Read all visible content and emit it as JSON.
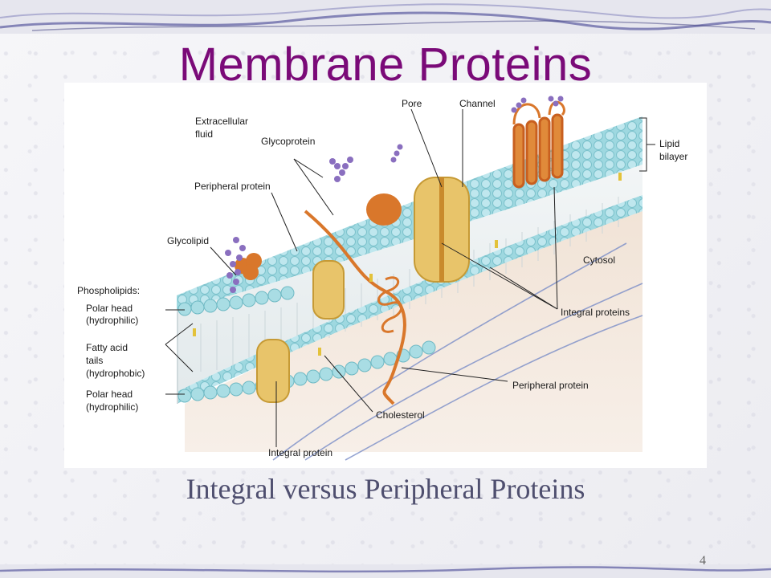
{
  "slide": {
    "title": "Membrane Proteins",
    "subtitle": "Integral versus Peripheral Proteins",
    "page_number": "4"
  },
  "diagram": {
    "labels": {
      "extracellular_1": "Extracellular",
      "extracellular_2": "fluid",
      "glycoprotein": "Glycoprotein",
      "pore": "Pore",
      "channel": "Channel",
      "lipid_bilayer_1": "Lipid",
      "lipid_bilayer_2": "bilayer",
      "peripheral_protein_top": "Peripheral protein",
      "glycolipid": "Glycolipid",
      "cytosol": "Cytosol",
      "phospholipids": "Phospholipids:",
      "polar_head_top_1": "Polar head",
      "polar_head_top_2": "(hydrophilic)",
      "fatty_acid_1": "Fatty acid",
      "fatty_acid_2": "tails",
      "fatty_acid_3": "(hydrophobic)",
      "polar_head_bottom_1": "Polar head",
      "polar_head_bottom_2": "(hydrophilic)",
      "integral_proteins": "Integral proteins",
      "peripheral_protein_bottom": "Peripheral protein",
      "cholesterol": "Cholesterol",
      "integral_protein": "Integral protein"
    }
  },
  "colors": {
    "title": "#7a0a78",
    "subtitle": "#4f4f6f",
    "head_bead": "#8fd3dd",
    "protein_tan": "#e8c46a",
    "protein_orange": "#d9772b",
    "glyco_purple": "#8a6fbf"
  }
}
